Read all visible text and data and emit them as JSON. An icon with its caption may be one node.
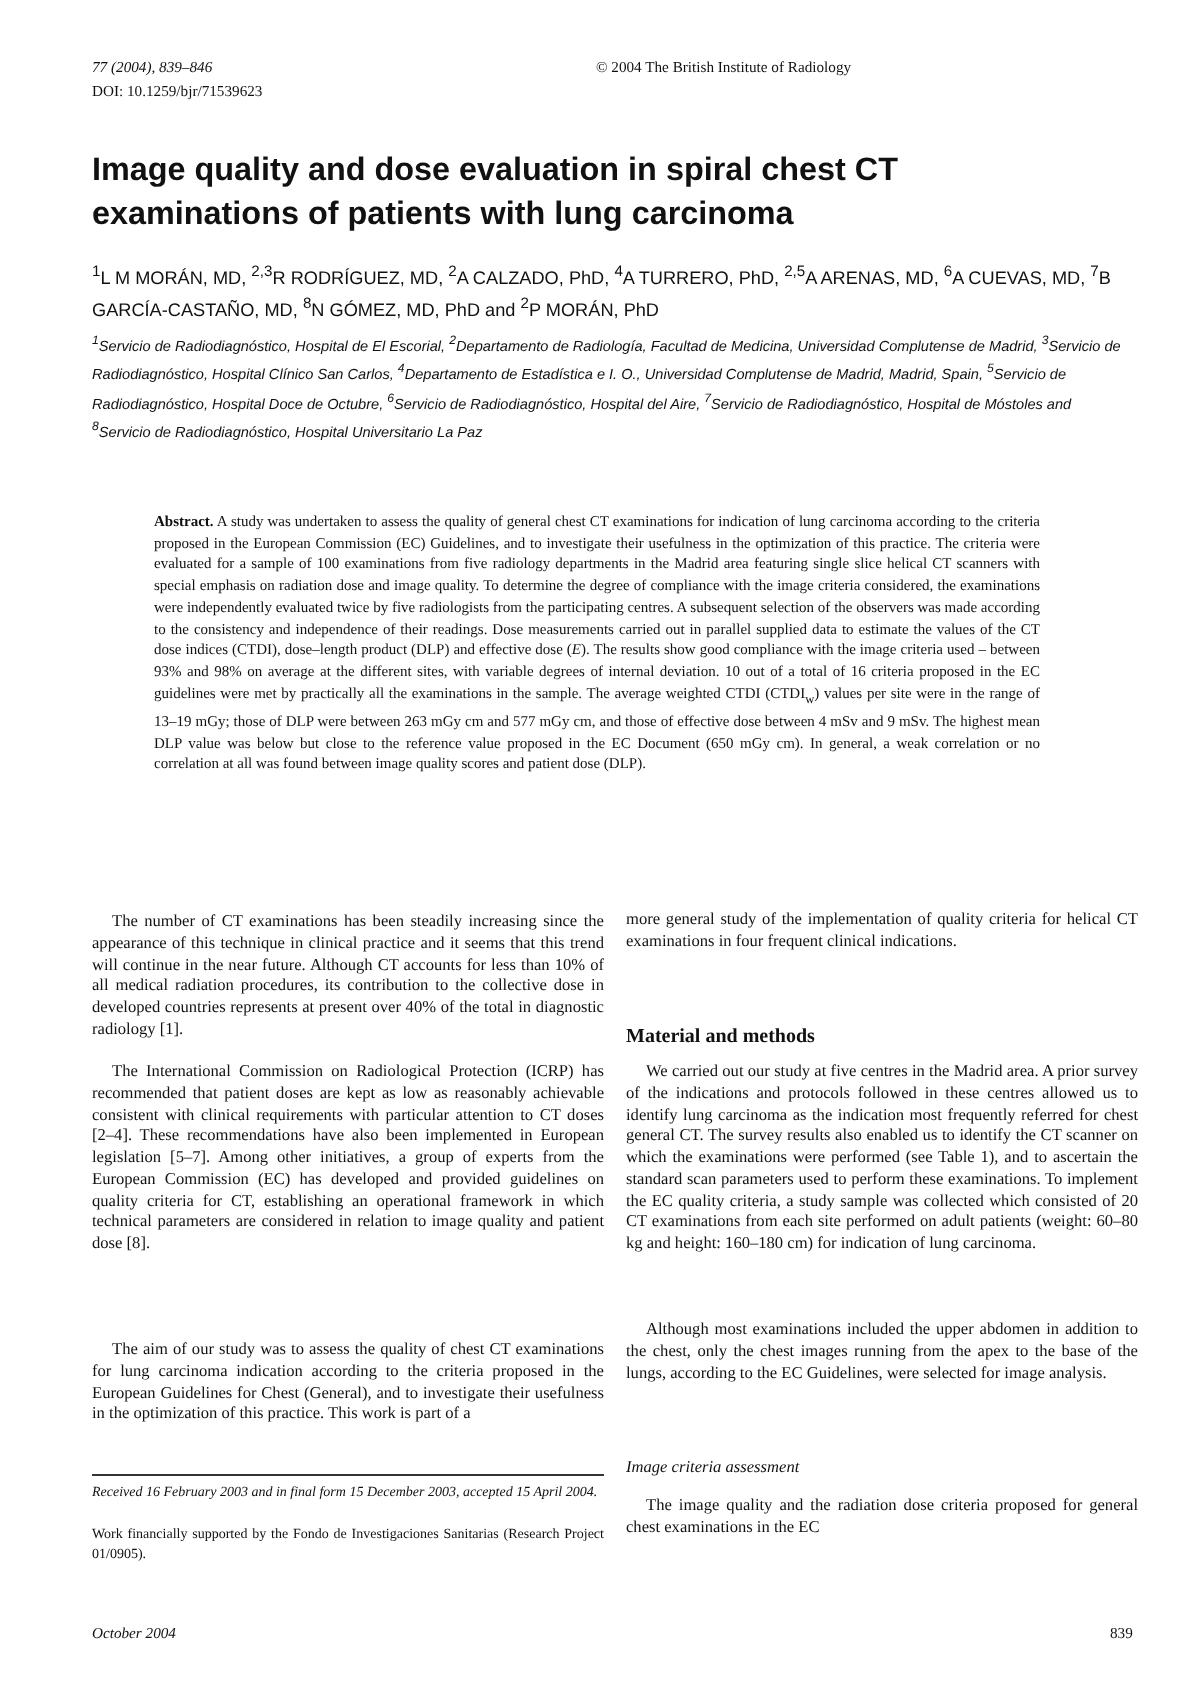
{
  "diagram": {
    "title": "Image quality and dose evaluation in spiral chest CT examinations of patients with lung carcinoma",
    "labels": [
      "77 (2004), 839–846",
      "© 2004 The British Institute of Radiology",
      "DOI: 10.1259/bjr/71539623",
      "$^{1}$L M MORÁN, MD, $^{2,3}$R RODRÍGUEZ, MD, $^{2}$A CALZADO, PhD, $^{4}$A TURRERO, PhD, $^{2,5}$A ARENAS, MD, $^{6}$A CUEVAS, MD, $^{7}$B GARCÍA-CASTAÑO, MD, $^{8}$N GÓMEZ, MD, PhD and $^{2}$P MORÁN, PhD",
      "$^{1}$Servicio de Radiodiagnóstico, Hospital de El Escorial, $^{2}$Departamento de Radiología, Facultad de Medicina, Universidad Complutense de Madrid, $^{3}$Servicio de Radiodiagnóstico, Hospital Clínico San Carlos, $^{4}$Departamento de Estadística e I. O., Universidad Complutense de Madrid, Madrid, Spain, $^{5}$Servicio de Radiodiagnóstico, Hospital Doce de Octubre, $^{6}$Servicio de Radiodiagnóstico, Hospital del Aire, $^{7}$Servicio de Radiodiagnóstico, Hospital de Móstoles and $^{8}$Servicio de Radiodiagnóstico, Hospital Universitario La Paz",
      "**Abstract.** A study was undertaken to assess the quality of general chest CT examinations for indication of lung carcinoma according to the criteria proposed in the European Commission (EC) Guidelines, and to investigate their usefulness in the optimization of this practice. The criteria were evaluated for a sample of 100 examinations from five radiology departments in the Madrid area featuring single slice helical CT scanners with special emphasis on radiation dose and image quality. To determine the degree of compliance with the image criteria considered, the examinations were independently evaluated twice by five radiologists from the participating centres. A subsequent selection of the observers was made according to the consistency and independence of their readings. Dose measurements carried out in parallel supplied data to estimate the values of the CT dose indices (CTDI), dose–length product (DLP) and effective dose (*E*). The results show good compliance with the image criteria used – between 93% and 98% on average at the different sites, with variable degrees of internal deviation. 10 out of a total of 16 criteria proposed in the EC guidelines were met by practically all the examinations in the sample. The average weighted CTDI (CTDI$_{w}$) values per site were in the range of 13–19 mGy; those of DLP were between 263 mGy cm and 577 mGy cm, and those of effective dose between 4 mSv and 9 mSv. The highest mean DLP value was below but close to the reference value proposed in the EC Document (650 mGy cm). In general, a weak correlation or no correlation at all was found between image quality scores and patient dose (DLP).",
      "The number of CT examinations has been steadily increasing since the appearance of this technique in clinical practice and it seems that this trend will continue in the near future. Although CT accounts for less than 10% of all medical radiation procedures, its contribution to the collective dose in developed countries represents at present over 40% of the total in diagnostic radiology [1].",
      "The International Commission on Radiological Protection (ICRP) has recommended that patient doses are kept as low as reasonably achievable consistent with clinical requirements with particular attention to CT doses [2–4]. These recommendations have also been implemented in European legislation [5–7]. Among other initiatives, a group of experts from the European Commission (EC) has developed and provided guidelines on quality criteria for CT, establishing an operational framework in which technical parameters are considered in relation to image quality and patient dose [8].",
      "The aim of our study was to assess the quality of chest CT examinations for lung carcinoma indication according to the criteria proposed in the European Guidelines for Chest (General), and to investigate their usefulness in the optimization of this practice. This work is part of a",
      "more general study of the implementation of quality criteria for helical CT examinations in four frequent clinical indications.",
      "Material and methods",
      "We carried out our study at five centres in the Madrid area. A prior survey of the indications and protocols followed in these centres allowed us to identify lung carcinoma as the indication most frequently referred for chest general CT. The survey results also enabled us to identify the CT scanner on which the examinations were performed (see Table 1), and to ascertain the standard scan parameters used to perform these examinations. To implement the EC quality criteria, a study sample was collected which consisted of 20 CT examinations from each site performed on adult patients (weight: 60–80 kg and height: 160–180 cm) for indication of lung carcinoma.",
      "Although most examinations included the upper abdomen in addition to the chest, only the chest images running from the apex to the base of the lungs, according to the EC Guidelines, were selected for image analysis.",
      "Image criteria assessment",
      "The image quality and the radiation dose criteria proposed for general chest examinations in the EC",
      "Received 16 February 2003 and in final form 15 December 2003, accepted 15 April 2004.",
      "Work financially supported by the Fondo de Investigaciones Sanitarias (Research Project 01/0905).",
      "October 2004",
      "839"
    ]
  }
}
